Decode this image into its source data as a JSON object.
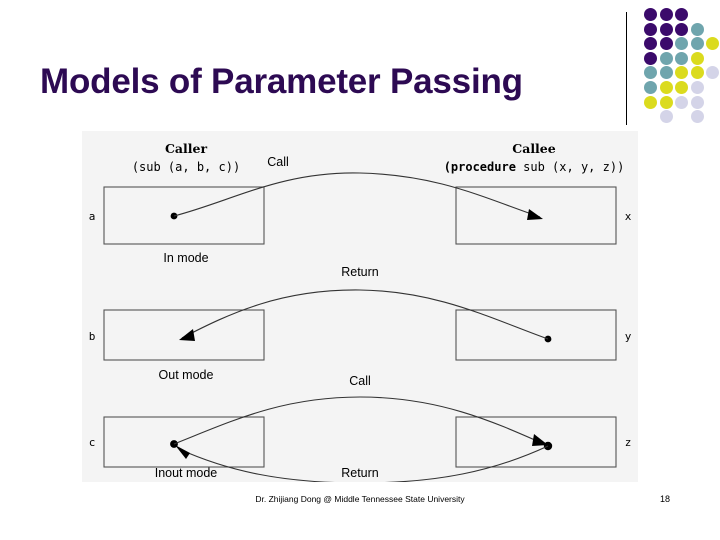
{
  "slide": {
    "title": "Models of Parameter Passing",
    "title_color": "#2D0A53",
    "page_number": "18",
    "footer_credit": "Dr. Zhijiang Dong @ Middle Tennessee State University"
  },
  "decor": {
    "name": "dot-grid",
    "colors": {
      "purple": "#3B0A6B",
      "teal": "#6FA5AD",
      "yellow": "#DBDB1E",
      "lavender": "#D4D4E8"
    },
    "dots": [
      {
        "col": 0,
        "row": 0,
        "color": "#3B0A6B"
      },
      {
        "col": 1,
        "row": 0,
        "color": "#3B0A6B"
      },
      {
        "col": 2,
        "row": 0,
        "color": "#3B0A6B"
      },
      {
        "col": 0,
        "row": 1,
        "color": "#3B0A6B"
      },
      {
        "col": 1,
        "row": 1,
        "color": "#3B0A6B"
      },
      {
        "col": 2,
        "row": 1,
        "color": "#3B0A6B"
      },
      {
        "col": 3,
        "row": 1,
        "color": "#6FA5AD"
      },
      {
        "col": 0,
        "row": 2,
        "color": "#3B0A6B"
      },
      {
        "col": 1,
        "row": 2,
        "color": "#3B0A6B"
      },
      {
        "col": 2,
        "row": 2,
        "color": "#6FA5AD"
      },
      {
        "col": 3,
        "row": 2,
        "color": "#6FA5AD"
      },
      {
        "col": 4,
        "row": 2,
        "color": "#DBDB1E"
      },
      {
        "col": 0,
        "row": 3,
        "color": "#3B0A6B"
      },
      {
        "col": 1,
        "row": 3,
        "color": "#6FA5AD"
      },
      {
        "col": 2,
        "row": 3,
        "color": "#6FA5AD"
      },
      {
        "col": 3,
        "row": 3,
        "color": "#DBDB1E"
      },
      {
        "col": 0,
        "row": 4,
        "color": "#6FA5AD"
      },
      {
        "col": 1,
        "row": 4,
        "color": "#6FA5AD"
      },
      {
        "col": 2,
        "row": 4,
        "color": "#DBDB1E"
      },
      {
        "col": 3,
        "row": 4,
        "color": "#DBDB1E"
      },
      {
        "col": 4,
        "row": 4,
        "color": "#D4D4E8"
      },
      {
        "col": 0,
        "row": 5,
        "color": "#6FA5AD"
      },
      {
        "col": 1,
        "row": 5,
        "color": "#DBDB1E"
      },
      {
        "col": 2,
        "row": 5,
        "color": "#DBDB1E"
      },
      {
        "col": 3,
        "row": 5,
        "color": "#D4D4E8"
      },
      {
        "col": 0,
        "row": 6,
        "color": "#DBDB1E"
      },
      {
        "col": 1,
        "row": 6,
        "color": "#DBDB1E"
      },
      {
        "col": 2,
        "row": 6,
        "color": "#D4D4E8"
      },
      {
        "col": 3,
        "row": 6,
        "color": "#D4D4E8"
      },
      {
        "col": 1,
        "row": 7,
        "color": "#D4D4E8"
      },
      {
        "col": 3,
        "row": 7,
        "color": "#D4D4E8"
      }
    ]
  },
  "diagram": {
    "caller_heading": "Caller",
    "caller_signature": "(sub (a, b, c))",
    "callee_heading": "Callee",
    "callee_signature_bold": "(procedure",
    "callee_signature_rest": "sub (x, y, z))",
    "rows": [
      {
        "mode_label": "In mode",
        "left_param": "a",
        "right_param": "x",
        "arcs": [
          {
            "label": "Call",
            "direction": "left-to-right",
            "position": "above"
          }
        ]
      },
      {
        "mode_label": "Out mode",
        "left_param": "b",
        "right_param": "y",
        "arcs": [
          {
            "label": "Return",
            "direction": "right-to-left",
            "position": "above"
          }
        ]
      },
      {
        "mode_label": "Inout mode",
        "left_param": "c",
        "right_param": "z",
        "arcs": [
          {
            "label": "Call",
            "direction": "left-to-right",
            "position": "above"
          },
          {
            "label": "Return",
            "direction": "right-to-left",
            "position": "below"
          }
        ]
      }
    ]
  }
}
